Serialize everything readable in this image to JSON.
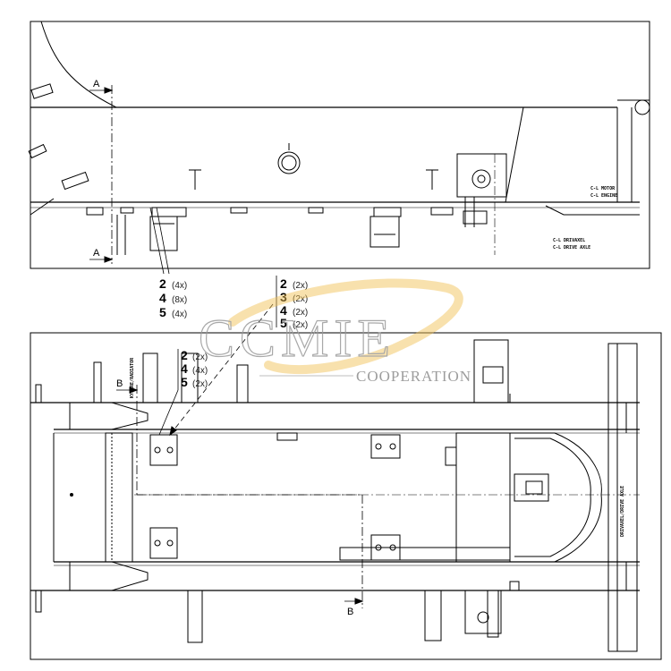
{
  "section_marks": {
    "a_top": "A",
    "a_bottom": "A",
    "b_top": "B",
    "b_bottom": "B"
  },
  "side_view_labels": {
    "motor": "C-L MOTOR",
    "engine": "C-L ENGINE",
    "drivaxel": "C-L DRIVAXEL",
    "drive_axle": "C-L DRIVE AXLE"
  },
  "top_view_labels": {
    "koelare": "KYLARE/RADIATOR",
    "drivaxel": "DRIVAXEL/DRIVE AXLE"
  },
  "callouts": {
    "left_group": [
      {
        "num": "2",
        "qty": "(4x)"
      },
      {
        "num": "4",
        "qty": "(8x)"
      },
      {
        "num": "5",
        "qty": "(4x)"
      }
    ],
    "right_group": [
      {
        "num": "2",
        "qty": "(2x)"
      },
      {
        "num": "3",
        "qty": "(2x)"
      },
      {
        "num": "4",
        "qty": "(2x)"
      },
      {
        "num": "5",
        "qty": "(2x)"
      }
    ],
    "inner_group": [
      {
        "num": "2",
        "qty": "(2x)"
      },
      {
        "num": "4",
        "qty": "(4x)"
      },
      {
        "num": "5",
        "qty": "(2x)"
      }
    ]
  },
  "watermark": {
    "big": "CCMIE",
    "small": "COOPERATION"
  }
}
